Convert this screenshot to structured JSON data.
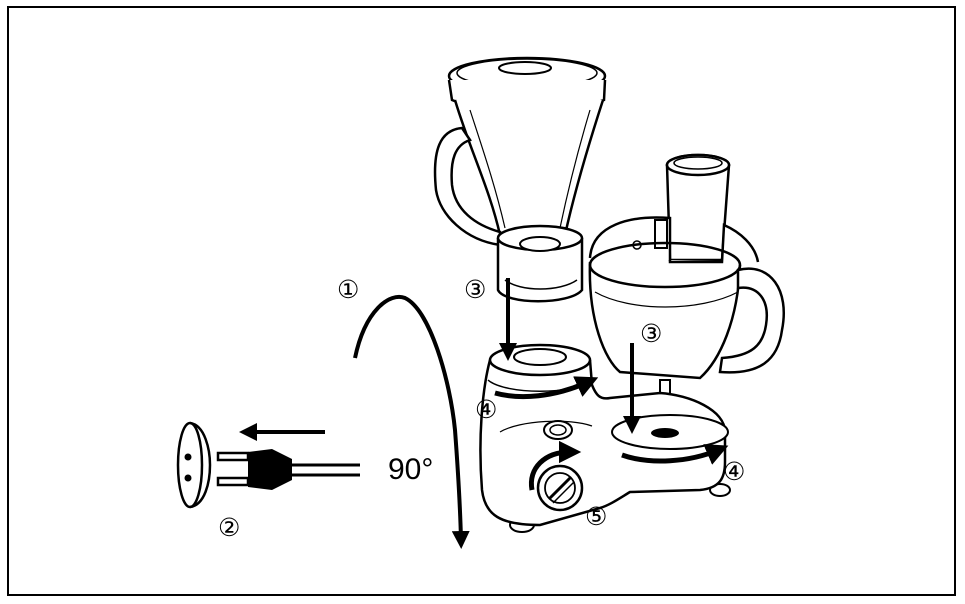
{
  "labels": {
    "step1": "①",
    "step2": "②",
    "step3_left": "③",
    "step3_right": "③",
    "step4_left": "④",
    "step4_right": "④",
    "step5": "⑤",
    "angle": "90°"
  },
  "icons": {
    "wall_socket": "wall-socket-icon",
    "plug": "power-plug-icon",
    "blender_jar": "blender-jar-icon",
    "food_processor_bowl": "food-processor-bowl-icon",
    "motor_base": "motor-base-icon",
    "speed_dial": "speed-dial-icon"
  },
  "colors": {
    "line": "#000000",
    "background": "#ffffff"
  }
}
